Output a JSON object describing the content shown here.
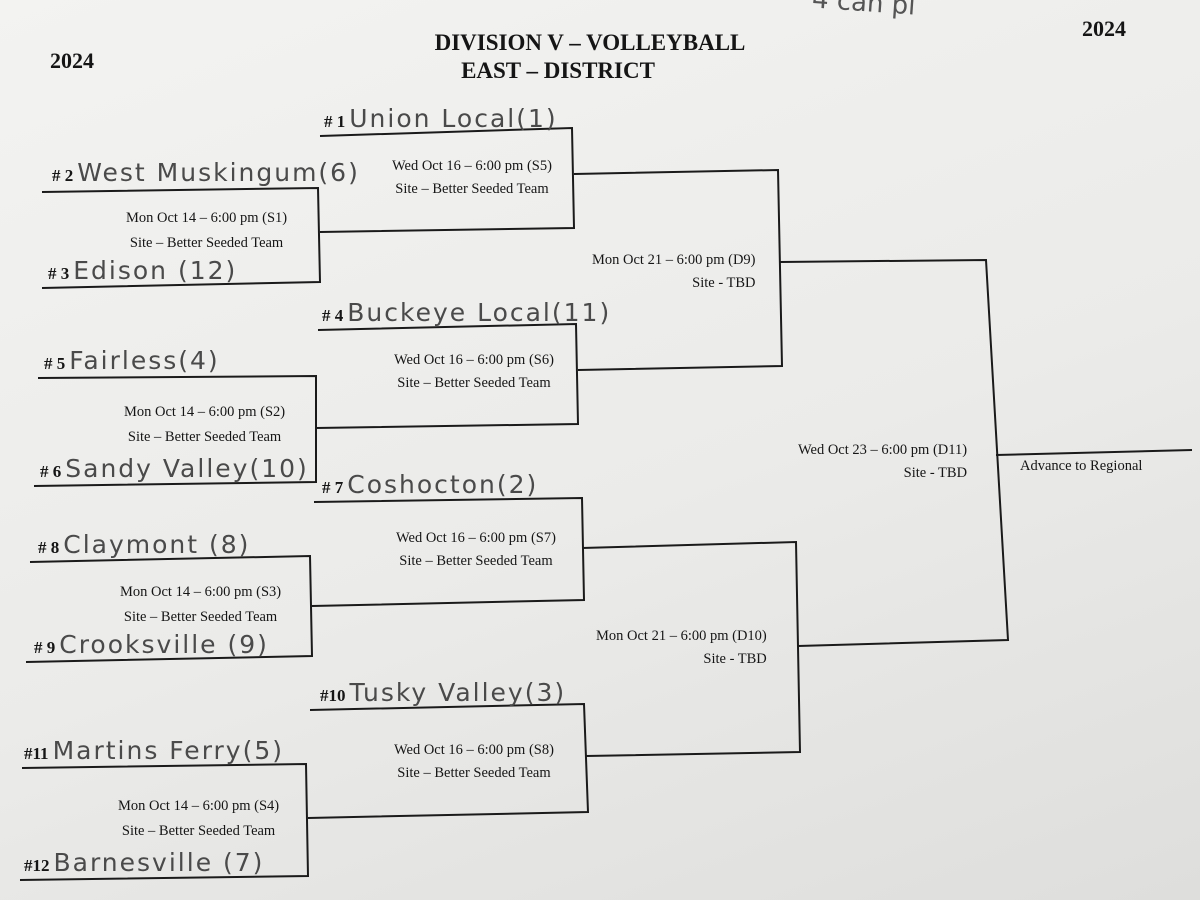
{
  "header": {
    "year_left": "2024",
    "year_right": "2024",
    "title_line1": "DIVISION V – VOLLEYBALL",
    "title_line2": "EAST – DISTRICT",
    "corner_note": "4 can pl"
  },
  "round1": [
    {
      "seed": "# 2",
      "team": "West Muskingum(6)"
    },
    {
      "seed": "# 3",
      "team": "Edison (12)"
    },
    {
      "seed": "# 5",
      "team": "Fairless(4)"
    },
    {
      "seed": "# 6",
      "team": "Sandy Valley(10)"
    },
    {
      "seed": "# 8",
      "team": "Claymont (8)"
    },
    {
      "seed": "# 9",
      "team": "Crooksville (9)"
    },
    {
      "seed": "#11",
      "team": "Martins Ferry(5)"
    },
    {
      "seed": "#12",
      "team": "Barnesville (7)"
    }
  ],
  "round2_byes": [
    {
      "seed": "# 1",
      "team": "Union Local(1)"
    },
    {
      "seed": "# 4",
      "team": "Buckeye Local(11)"
    },
    {
      "seed": "# 7",
      "team": "Coshocton(2)"
    },
    {
      "seed": "#10",
      "team": "Tusky Valley(3)"
    }
  ],
  "games": {
    "s1": {
      "time": "Mon Oct 14 – 6:00 pm (S1)",
      "site": "Site – Better Seeded Team"
    },
    "s2": {
      "time": "Mon Oct 14 – 6:00 pm (S2)",
      "site": "Site – Better Seeded Team"
    },
    "s3": {
      "time": "Mon Oct 14 – 6:00 pm (S3)",
      "site": "Site – Better Seeded Team"
    },
    "s4": {
      "time": "Mon Oct 14 – 6:00 pm (S4)",
      "site": "Site – Better Seeded Team"
    },
    "s5": {
      "time": "Wed Oct 16 – 6:00 pm (S5)",
      "site": "Site – Better Seeded Team"
    },
    "s6": {
      "time": "Wed Oct 16 – 6:00 pm (S6)",
      "site": "Site – Better Seeded Team"
    },
    "s7": {
      "time": "Wed Oct 16 – 6:00 pm (S7)",
      "site": "Site – Better Seeded Team"
    },
    "s8": {
      "time": "Wed Oct 16 – 6:00 pm (S8)",
      "site": "Site – Better Seeded Team"
    },
    "d9": {
      "time": "Mon Oct 21 – 6:00 pm (D9)",
      "site": "Site - TBD"
    },
    "d10": {
      "time": "Mon Oct 21 – 6:00 pm (D10)",
      "site": "Site - TBD"
    },
    "d11": {
      "time": "Wed Oct 23 – 6:00 pm (D11)",
      "site": "Site - TBD"
    }
  },
  "final": {
    "label": "Advance to Regional"
  }
}
